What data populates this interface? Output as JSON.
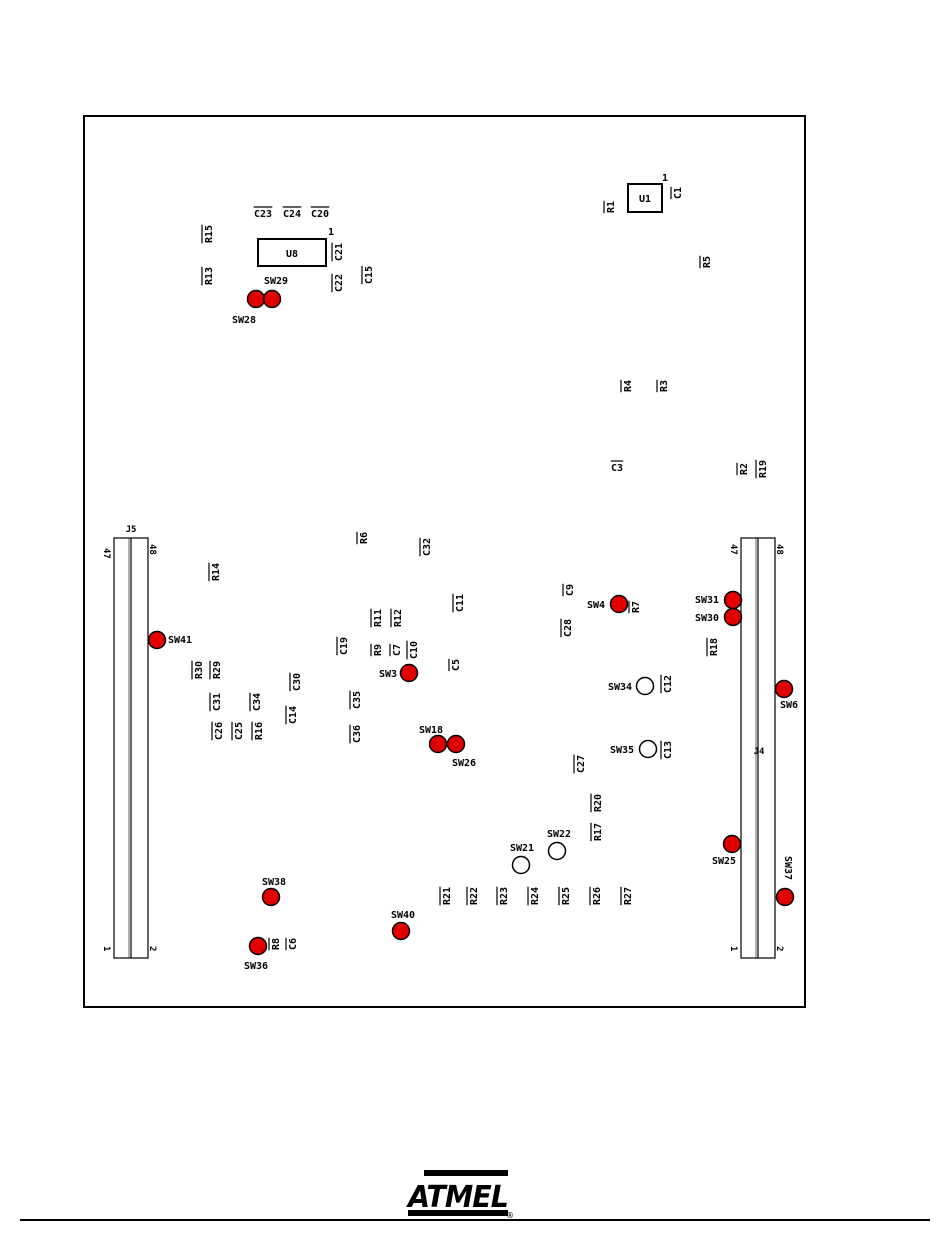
{
  "colors": {
    "pad_fill": "#e00000",
    "pad_stroke": "#000000",
    "open_pad_fill": "#ffffff",
    "outline": "#000000"
  },
  "chips": [
    {
      "ref": "U8",
      "pin1": "1"
    },
    {
      "ref": "U1",
      "pin1": "1"
    }
  ],
  "headers": [
    {
      "ref": "J5",
      "pin_top_left": "47",
      "pin_top_right": "48",
      "pin_bottom_left": "1",
      "pin_bottom_right": "2"
    },
    {
      "ref": "J4",
      "pin_top_left": "47",
      "pin_top_right": "48",
      "pin_bottom_left": "1",
      "pin_bottom_right": "2"
    }
  ],
  "components": [
    "C23",
    "C24",
    "C20",
    "R15",
    "C21",
    "R13",
    "C22",
    "C15",
    "R1",
    "C1",
    "R5",
    "R4",
    "R3",
    "C3",
    "R2",
    "R19",
    "R6",
    "C32",
    "R14",
    "C11",
    "C9",
    "R7",
    "R11",
    "R12",
    "C28",
    "R18",
    "C19",
    "R9",
    "C7",
    "C10",
    "C5",
    "R30",
    "R29",
    "C30",
    "C12",
    "C31",
    "C34",
    "C35",
    "C14",
    "C26",
    "C25",
    "R16",
    "C36",
    "C13",
    "C27",
    "R20",
    "R17",
    "R21",
    "R22",
    "R23",
    "R24",
    "R25",
    "R26",
    "R27",
    "R8",
    "C6"
  ],
  "switches": [
    "SW28",
    "SW29",
    "SW4",
    "SW31",
    "SW30",
    "SW41",
    "SW3",
    "SW6",
    "SW34",
    "SW18",
    "SW26",
    "SW35",
    "SW22",
    "SW21",
    "SW25",
    "SW37",
    "SW38",
    "SW40",
    "SW36"
  ],
  "footer": {
    "logo": "ATMEL",
    "registered": "®"
  }
}
